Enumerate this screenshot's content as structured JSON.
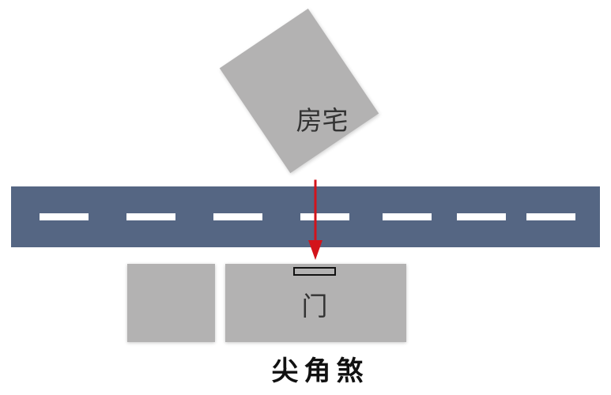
{
  "diagram": {
    "house_label": "房宅",
    "door_label": "门",
    "caption": "尖角煞",
    "colors": {
      "house": "#b3b2b2",
      "road": "#556683",
      "lane_marking": "#ffffff",
      "arrow": "#d3131b",
      "text": "#333333",
      "caption": "#111111",
      "door_marker": "#111111"
    }
  }
}
